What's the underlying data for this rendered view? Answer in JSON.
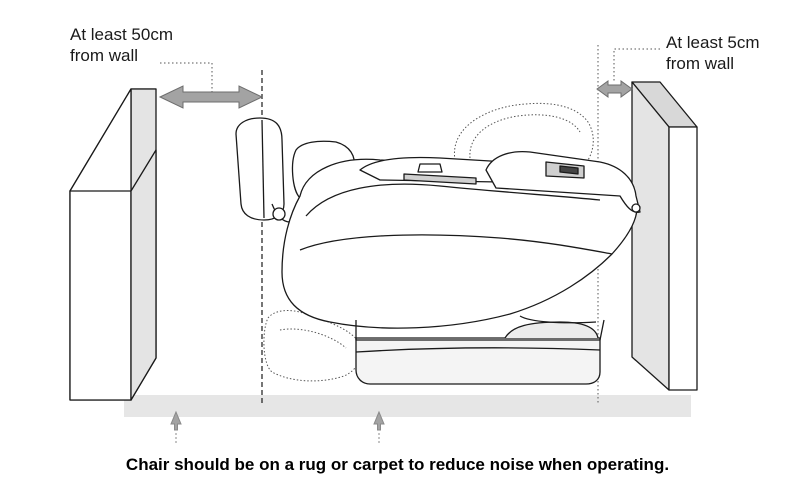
{
  "annotations": {
    "left_clearance": {
      "line1": "At least 50cm",
      "line2": "from wall"
    },
    "right_clearance": {
      "line1": "At least 5cm",
      "line2": "from wall"
    }
  },
  "caption": "Chair should be on a rug or carpet to reduce noise when operating.",
  "colors": {
    "arrow": "#9a9a9a",
    "rug": "#e6e6e6",
    "outline": "#1a1a1a",
    "wall_face": "#ffffff",
    "wall_side": "#d8d8d8"
  },
  "icons": [
    "left-wall",
    "right-wall",
    "double-arrow",
    "massage-chair",
    "rug",
    "pointer-arrow"
  ]
}
